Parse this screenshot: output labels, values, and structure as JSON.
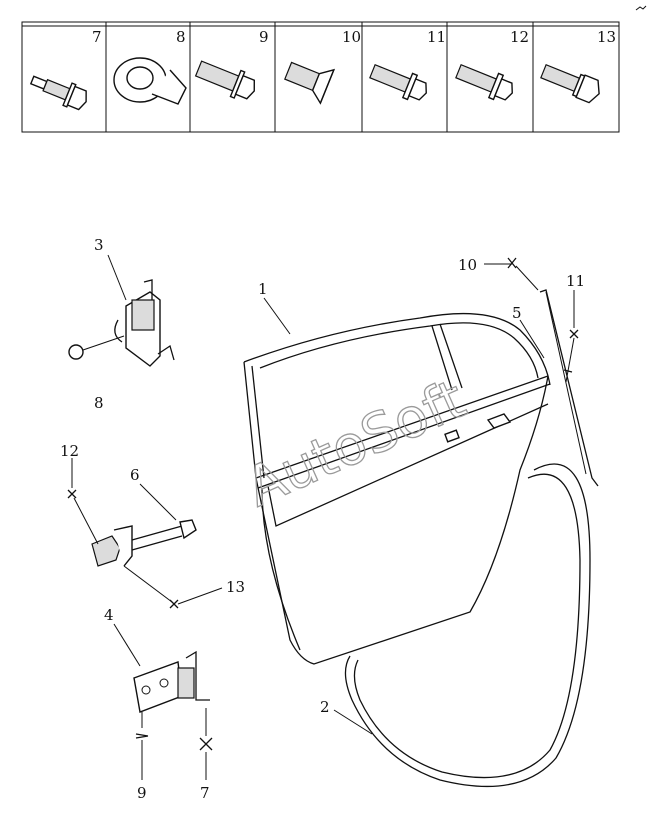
{
  "watermark": "AutoSoft",
  "fastener_table": {
    "cells": [
      {
        "number": "7",
        "icon": "bolt-flange-stud-icon"
      },
      {
        "number": "8",
        "icon": "nut-flange-icon"
      },
      {
        "number": "9",
        "icon": "screw-flange-icon"
      },
      {
        "number": "10",
        "icon": "screw-countersunk-icon"
      },
      {
        "number": "11",
        "icon": "screw-washer-icon"
      },
      {
        "number": "12",
        "icon": "screw-washer-icon"
      },
      {
        "number": "13",
        "icon": "bolt-hex-icon"
      }
    ]
  },
  "callouts": {
    "door": "1",
    "weatherstrip": "2",
    "upper_hinge": "3",
    "lower_hinge": "4",
    "rod": "5",
    "door_check": "6",
    "lower_hinge_bolt_7": "7",
    "upper_hinge_nut_8": "8",
    "lower_hinge_screw_9": "9",
    "rod_screw_10": "10",
    "rod_screw_11": "11",
    "check_screw_12": "12",
    "check_bolt_13": "13"
  }
}
